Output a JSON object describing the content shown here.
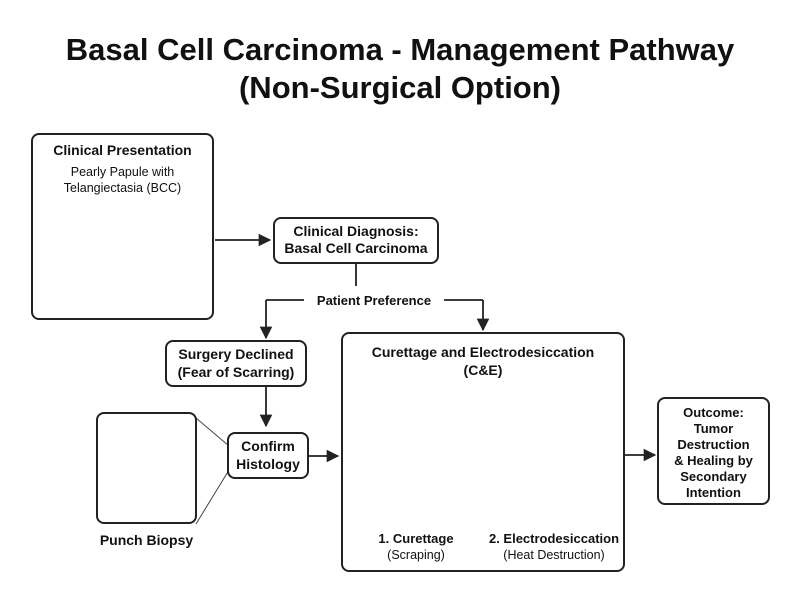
{
  "title": {
    "line1": "Basal Cell Carcinoma - Management Pathway",
    "line2": "(Non-Surgical Option)"
  },
  "clinical_presentation": {
    "heading": "Clinical Presentation",
    "caption_line1": "Pearly Papule with",
    "caption_line2": "Telangiectasia (BCC)"
  },
  "diagnosis": {
    "line1": "Clinical Diagnosis:",
    "line2": "Basal Cell Carcinoma"
  },
  "preference": {
    "label": "Patient Preference"
  },
  "surgery_declined": {
    "line1": "Surgery Declined",
    "line2": "(Fear of Scarring)"
  },
  "confirm": {
    "line1": "Confirm",
    "line2": "Histology"
  },
  "biopsy": {
    "label": "Punch Biopsy"
  },
  "ce": {
    "heading_line1": "Curettage and Electrodesiccation",
    "heading_line2": "(C&E)",
    "step1_title": "1. Curettage",
    "step1_sub": "(Scraping)",
    "step2_title": "2. Electrodesiccation",
    "step2_sub": "(Heat Destruction)"
  },
  "outcome": {
    "line1": "Outcome:",
    "line2": "Tumor",
    "line3": "Destruction",
    "line4": "& Healing by",
    "line5": "Secondary",
    "line6": "Intention"
  },
  "colors": {
    "stroke": "#222222",
    "skin_surface": "#f3c66b",
    "epidermis": "#dcecf7",
    "dermis": "#eaf4fb",
    "vein": "#2b63a8",
    "artery": "#c8322f",
    "tumor": "#d8414a",
    "lesion": "#efc2b0"
  }
}
